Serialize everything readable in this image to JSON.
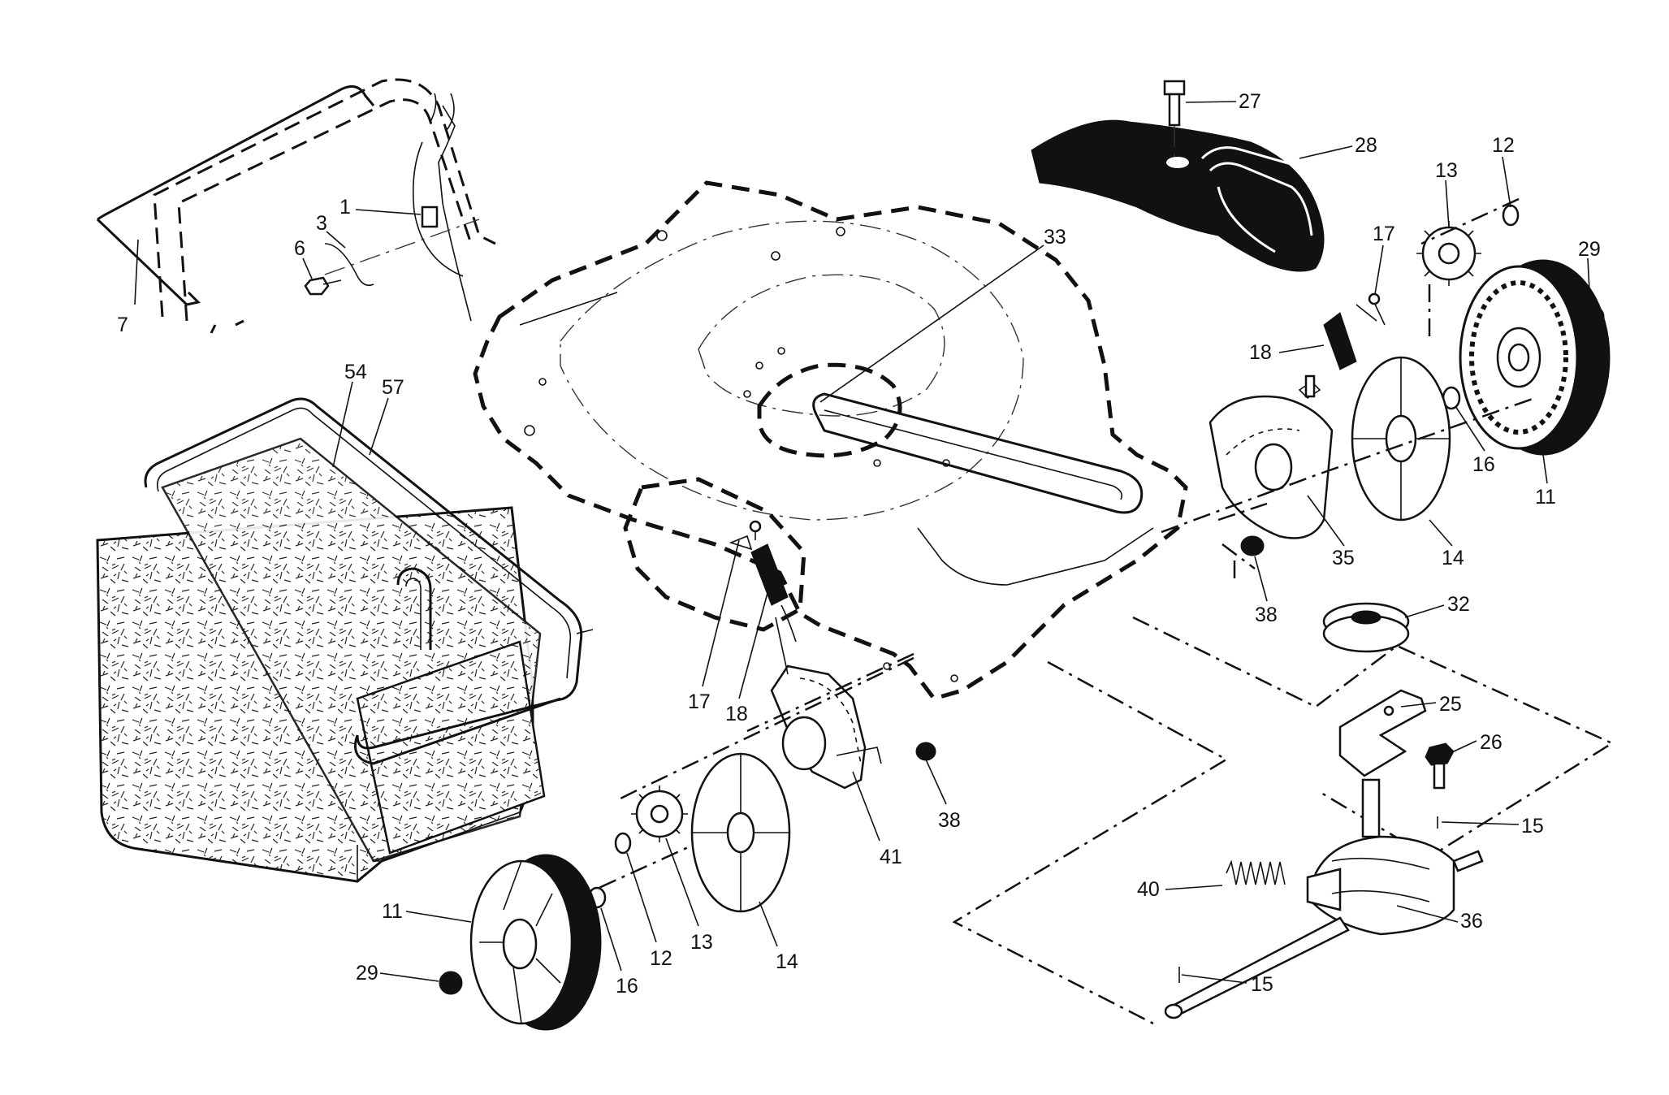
{
  "diagram": {
    "callouts": [
      {
        "id": "1",
        "label": "1"
      },
      {
        "id": "3",
        "label": "3"
      },
      {
        "id": "6",
        "label": "6"
      },
      {
        "id": "7",
        "label": "7"
      },
      {
        "id": "54",
        "label": "54"
      },
      {
        "id": "57",
        "label": "57"
      },
      {
        "id": "33",
        "label": "33"
      },
      {
        "id": "27",
        "label": "27"
      },
      {
        "id": "28",
        "label": "28"
      },
      {
        "id": "13a",
        "label": "13"
      },
      {
        "id": "12a",
        "label": "12"
      },
      {
        "id": "29a",
        "label": "29"
      },
      {
        "id": "17a",
        "label": "17"
      },
      {
        "id": "18a",
        "label": "18"
      },
      {
        "id": "16a",
        "label": "16"
      },
      {
        "id": "11a",
        "label": "11"
      },
      {
        "id": "35",
        "label": "35"
      },
      {
        "id": "14a",
        "label": "14"
      },
      {
        "id": "38a",
        "label": "38"
      },
      {
        "id": "32",
        "label": "32"
      },
      {
        "id": "25",
        "label": "25"
      },
      {
        "id": "26",
        "label": "26"
      },
      {
        "id": "15a",
        "label": "15"
      },
      {
        "id": "36",
        "label": "36"
      },
      {
        "id": "40",
        "label": "40"
      },
      {
        "id": "15b",
        "label": "15"
      },
      {
        "id": "17b",
        "label": "17"
      },
      {
        "id": "18b",
        "label": "18"
      },
      {
        "id": "38b",
        "label": "38"
      },
      {
        "id": "41",
        "label": "41"
      },
      {
        "id": "11b",
        "label": "11"
      },
      {
        "id": "29b",
        "label": "29"
      },
      {
        "id": "16b",
        "label": "16"
      },
      {
        "id": "12b",
        "label": "12"
      },
      {
        "id": "13b",
        "label": "13"
      },
      {
        "id": "14b",
        "label": "14"
      }
    ]
  }
}
